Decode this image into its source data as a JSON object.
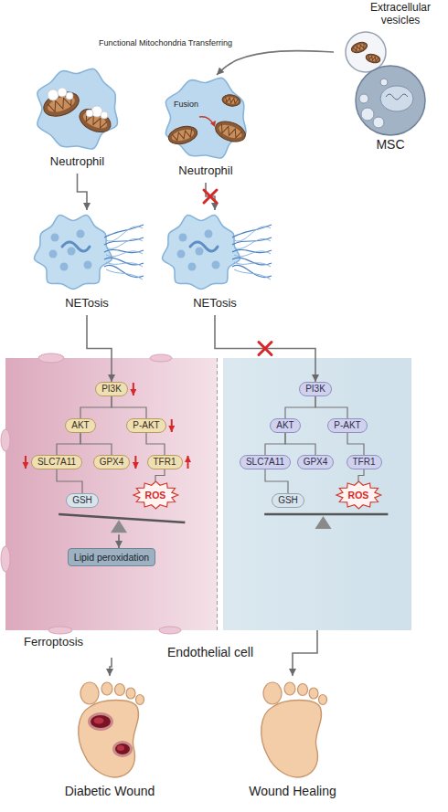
{
  "diagram": {
    "nodes": [
      {
        "text": [
          "Extracellular vesicles"
        ]
      },
      {
        "text": [
          "MSC"
        ]
      },
      {
        "text": [
          "Neutrophil"
        ]
      },
      {
        "text": [
          "Fusion",
          "Neutrophil"
        ]
      },
      {
        "text": [
          "NETosis"
        ]
      },
      {
        "text": [
          "NETosis"
        ]
      },
      {
        "text": [
          "Endothelial cell"
        ]
      },
      {
        "text": [
          "Ferroptosis"
        ],
        "in": 6
      },
      {
        "text": [
          "PI3K"
        ],
        "in": 7
      },
      {
        "text": [
          "AKT"
        ],
        "in": 7
      },
      {
        "text": [
          "P-AKT"
        ],
        "in": 7
      },
      {
        "text": [
          "SLC7A11"
        ],
        "in": 7
      },
      {
        "text": [
          "GPX4"
        ],
        "in": 7
      },
      {
        "text": [
          "TFR1"
        ],
        "in": 7
      },
      {
        "text": [
          "GSH"
        ],
        "in": 7
      },
      {
        "text": [
          "ROS"
        ],
        "in": 7
      },
      {
        "text": [
          "Lipid peroxidation"
        ],
        "in": 7
      },
      {
        "text": [],
        "in": 6
      },
      {
        "text": [
          "PI3K"
        ],
        "in": 17
      },
      {
        "text": [
          "AKT"
        ],
        "in": 17
      },
      {
        "text": [
          "P-AKT"
        ],
        "in": 17
      },
      {
        "text": [
          "SLC7A11"
        ],
        "in": 17
      },
      {
        "text": [
          "GPX4"
        ],
        "in": 17
      },
      {
        "text": [
          "TFR1"
        ],
        "in": 17
      },
      {
        "text": [
          "GSH"
        ],
        "in": 17
      },
      {
        "text": [
          "ROS"
        ],
        "in": 17
      },
      {
        "text": [
          "Diabetic Wound"
        ]
      },
      {
        "text": [
          "Wound Healing"
        ]
      }
    ],
    "edges": [
      {
        "from": 0,
        "to": 3,
        "arrow": "to",
        "label": "Functional Mitochondria Transferring"
      },
      {
        "from": 2,
        "to": 4,
        "arrow": "to"
      },
      {
        "from": 3,
        "to": 5,
        "arrow": "to"
      },
      {
        "from": 4,
        "to": 8,
        "arrow": "to"
      },
      {
        "from": 5,
        "to": 18,
        "arrow": "to"
      },
      {
        "from": 8,
        "to": 9,
        "arrow": "none"
      },
      {
        "from": 8,
        "to": 10,
        "arrow": "none"
      },
      {
        "from": 9,
        "to": 11,
        "arrow": "none"
      },
      {
        "from": 9,
        "to": 12,
        "arrow": "none"
      },
      {
        "from": 10,
        "to": 13,
        "arrow": "none"
      },
      {
        "from": 11,
        "to": 14,
        "arrow": "none"
      },
      {
        "from": 13,
        "to": 15,
        "arrow": "none"
      },
      {
        "from": 18,
        "to": 19,
        "arrow": "none"
      },
      {
        "from": 18,
        "to": 20,
        "arrow": "none"
      },
      {
        "from": 19,
        "to": 21,
        "arrow": "none"
      },
      {
        "from": 19,
        "to": 22,
        "arrow": "none"
      },
      {
        "from": 20,
        "to": 23,
        "arrow": "none"
      },
      {
        "from": 21,
        "to": 24,
        "arrow": "none"
      },
      {
        "from": 23,
        "to": 25,
        "arrow": "none"
      },
      {
        "from": 7,
        "to": 26,
        "arrow": "to"
      },
      {
        "from": 17,
        "to": 27,
        "arrow": "to"
      }
    ]
  }
}
